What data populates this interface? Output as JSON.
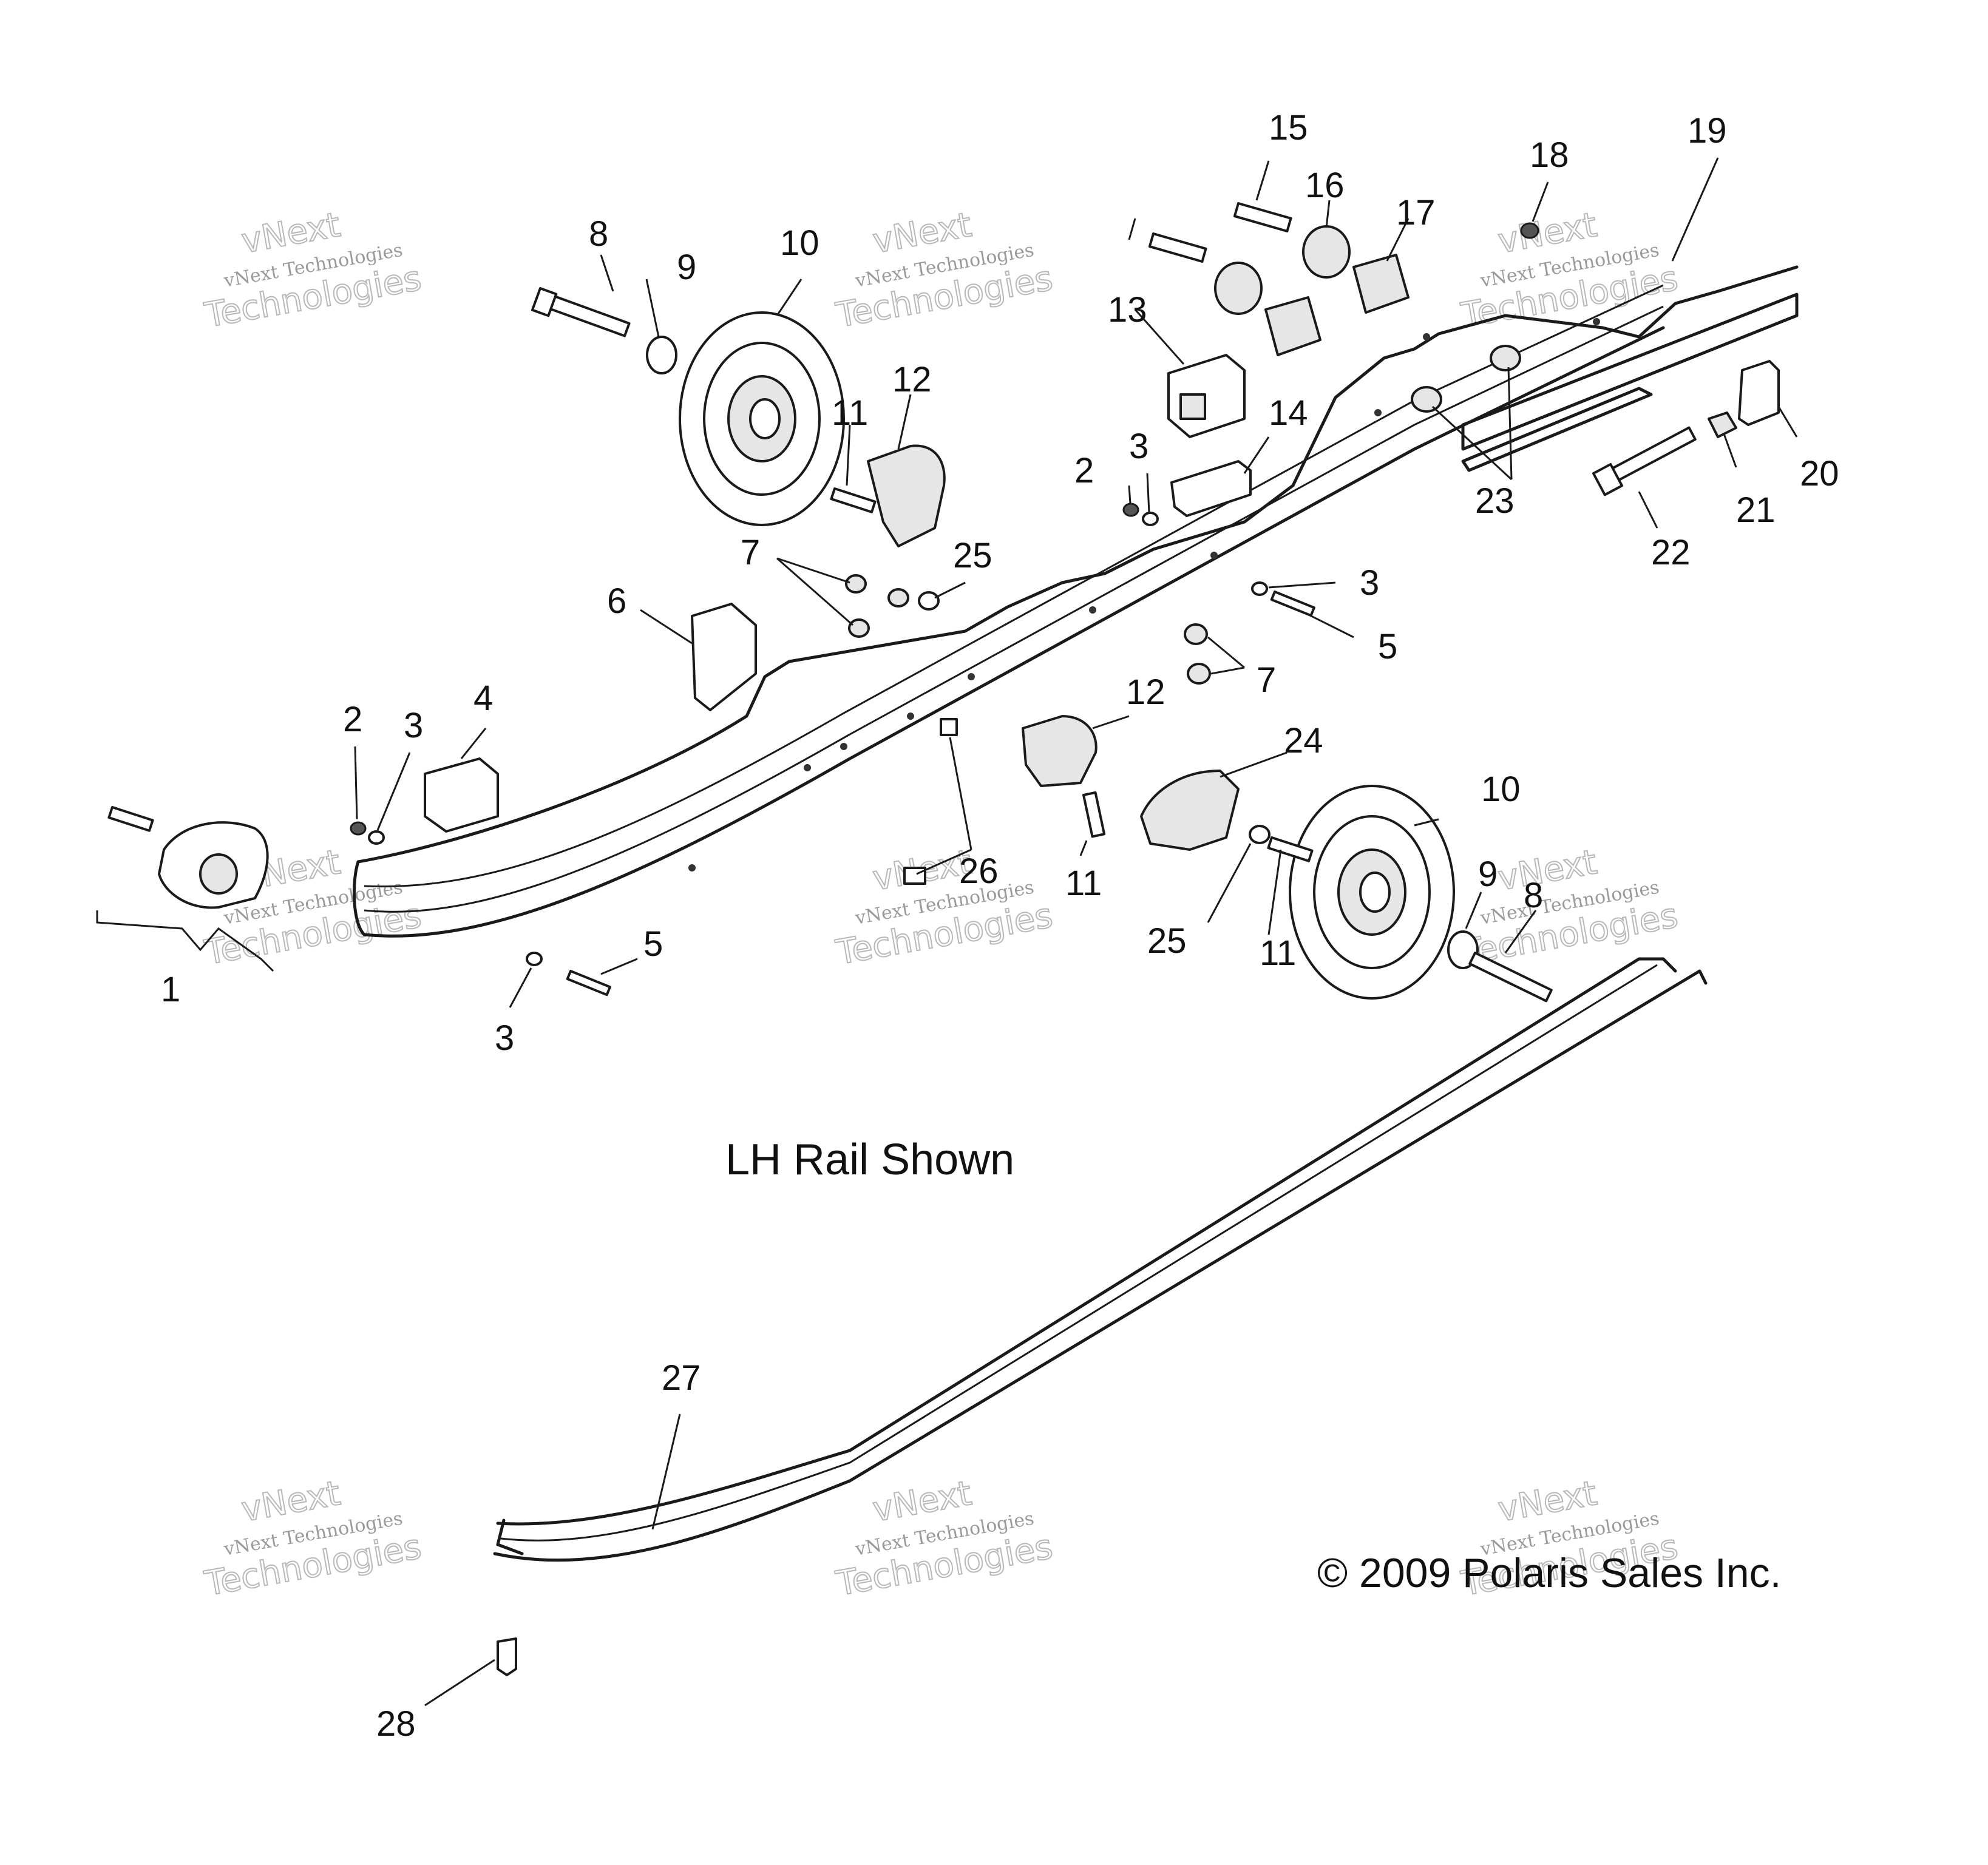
{
  "caption": "LH Rail Shown",
  "copyright": "© 2009 Polaris Sales Inc.",
  "watermark": {
    "line1": "vNext Technologies",
    "line2": "vNext",
    "line3": "Technologies"
  },
  "callouts": [
    {
      "id": "c8",
      "text": "8"
    },
    {
      "id": "c9a",
      "text": "9"
    },
    {
      "id": "c10a",
      "text": "10"
    },
    {
      "id": "c11a",
      "text": "11"
    },
    {
      "id": "c12a",
      "text": "12"
    },
    {
      "id": "c13",
      "text": "13"
    },
    {
      "id": "c14",
      "text": "14"
    },
    {
      "id": "c15",
      "text": "15"
    },
    {
      "id": "c16",
      "text": "16"
    },
    {
      "id": "c17",
      "text": "17"
    },
    {
      "id": "c18",
      "text": "18"
    },
    {
      "id": "c19",
      "text": "19"
    },
    {
      "id": "c20",
      "text": "20"
    },
    {
      "id": "c21",
      "text": "21"
    },
    {
      "id": "c22",
      "text": "22"
    },
    {
      "id": "c23",
      "text": "23"
    },
    {
      "id": "c2a",
      "text": "2"
    },
    {
      "id": "c3a",
      "text": "3"
    },
    {
      "id": "c25a",
      "text": "25"
    },
    {
      "id": "c7a",
      "text": "7"
    },
    {
      "id": "c3b",
      "text": "3"
    },
    {
      "id": "c5a",
      "text": "5"
    },
    {
      "id": "c7b",
      "text": "7"
    },
    {
      "id": "c6",
      "text": "6"
    },
    {
      "id": "c12b",
      "text": "12"
    },
    {
      "id": "c24",
      "text": "24"
    },
    {
      "id": "c10b",
      "text": "10"
    },
    {
      "id": "c2b",
      "text": "2"
    },
    {
      "id": "c3c",
      "text": "3"
    },
    {
      "id": "c4",
      "text": "4"
    },
    {
      "id": "c26",
      "text": "26"
    },
    {
      "id": "c11b",
      "text": "11"
    },
    {
      "id": "c9b",
      "text": "9"
    },
    {
      "id": "c8b",
      "text": "8"
    },
    {
      "id": "c25b",
      "text": "25"
    },
    {
      "id": "c11c",
      "text": "11"
    },
    {
      "id": "c1",
      "text": "1"
    },
    {
      "id": "c5b",
      "text": "5"
    },
    {
      "id": "c3d",
      "text": "3"
    },
    {
      "id": "c27",
      "text": "27"
    },
    {
      "id": "c28",
      "text": "28"
    }
  ]
}
